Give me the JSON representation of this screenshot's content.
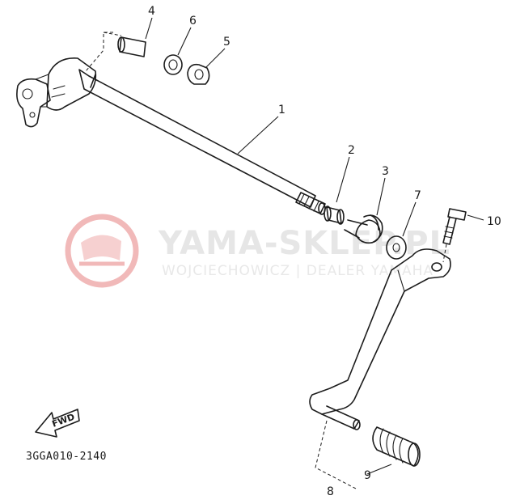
{
  "watermark": {
    "brand": "YAMA-SKLEP.PL",
    "tagline": "WOJCIECHOWICZ | DEALER YAMAHA",
    "color": "#e06a6a"
  },
  "diagram_code": "3GGA010-2140",
  "fwd_label": "FWD",
  "callouts": {
    "p1": "1",
    "p2": "2",
    "p3": "3",
    "p4": "4",
    "p5": "5",
    "p6": "6",
    "p7": "7",
    "p8": "8",
    "p9": "9",
    "p10": "10"
  }
}
